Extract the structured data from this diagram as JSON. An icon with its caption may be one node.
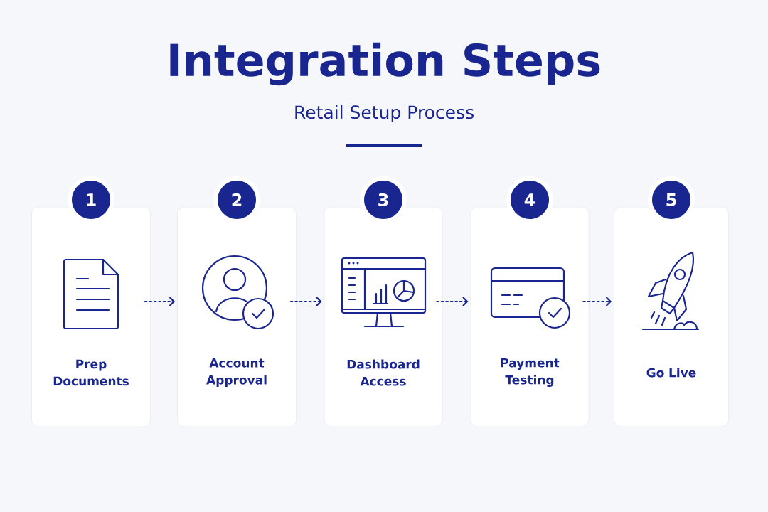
{
  "diagram": {
    "title": "Integration Steps",
    "nodes": [
      {
        "text": [
          "1",
          "Prep Documents"
        ]
      },
      {
        "text": [
          "2",
          "Account Approval"
        ]
      },
      {
        "text": [
          "3",
          "Dashboard Access"
        ]
      },
      {
        "text": [
          "4",
          "Payment Testing"
        ]
      },
      {
        "text": [
          "5",
          "Go Live"
        ]
      }
    ],
    "edges": [
      {
        "from": 0,
        "to": 1,
        "arrow": "to",
        "style": "dashed"
      },
      {
        "from": 1,
        "to": 2,
        "arrow": "to",
        "style": "dashed"
      },
      {
        "from": 2,
        "to": 3,
        "arrow": "to",
        "style": "dashed"
      },
      {
        "from": 3,
        "to": 4,
        "arrow": "to",
        "style": "dashed"
      }
    ],
    "labels": [
      "Retail Setup Process"
    ]
  }
}
